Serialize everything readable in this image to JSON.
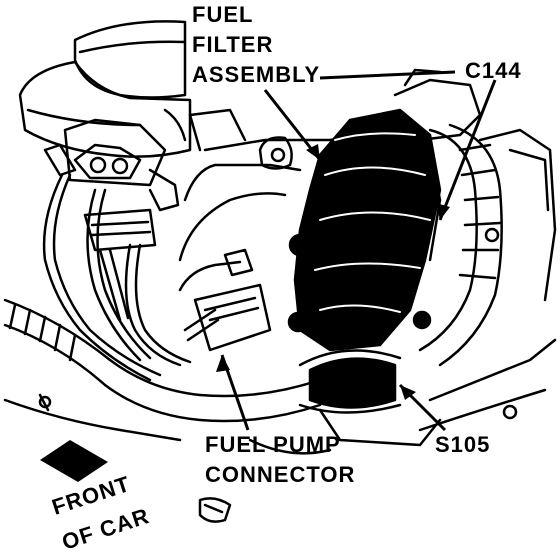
{
  "labels": {
    "fuel_filter_line1": "FUEL",
    "fuel_filter_line2": "FILTER",
    "fuel_filter_line3": "ASSEMBLY",
    "c144": "C144",
    "fuel_pump_line1": "FUEL PUMP",
    "fuel_pump_line2": "CONNECTOR",
    "s105": "S105",
    "front_line1": "FRONT",
    "front_line2": "OF CAR"
  },
  "colors": {
    "ink": "#000000",
    "paper": "#ffffff"
  }
}
